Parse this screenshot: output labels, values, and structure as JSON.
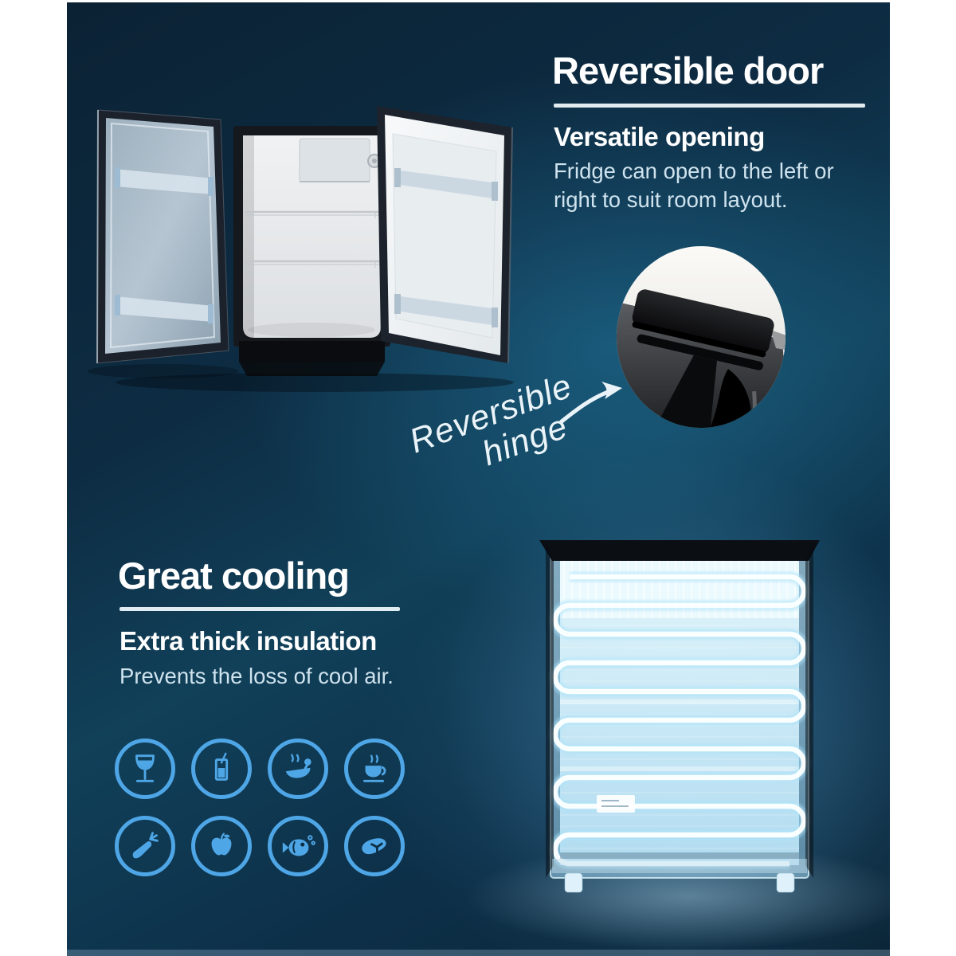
{
  "reversible_door_section": {
    "title": "Reversible door",
    "subtitle": "Versatile opening",
    "body": "Fridge can open to the left or right to suit room layout."
  },
  "hinge_note": {
    "line1": "Reversible",
    "line2": "hinge",
    "arrow_icon": "curved-arrow-up-right"
  },
  "great_cooling_section": {
    "title": "Great cooling",
    "subtitle": "Extra thick insulation",
    "body": "Prevents the loss of cool air."
  },
  "food_icons": [
    {
      "name": "wine-glass-icon"
    },
    {
      "name": "soft-drink-icon"
    },
    {
      "name": "hot-food-bowl-icon"
    },
    {
      "name": "coffee-cup-icon"
    },
    {
      "name": "carrot-icon"
    },
    {
      "name": "apple-icon"
    },
    {
      "name": "fish-icon"
    },
    {
      "name": "meat-steak-icon"
    }
  ],
  "colors": {
    "icon_blue": "#4ea6e6",
    "heading_white": "#ffffff",
    "body_text": "#cfe3ee",
    "underline": "#edf5fa",
    "background_dark": "#0b2234",
    "background_light": "#114059"
  }
}
